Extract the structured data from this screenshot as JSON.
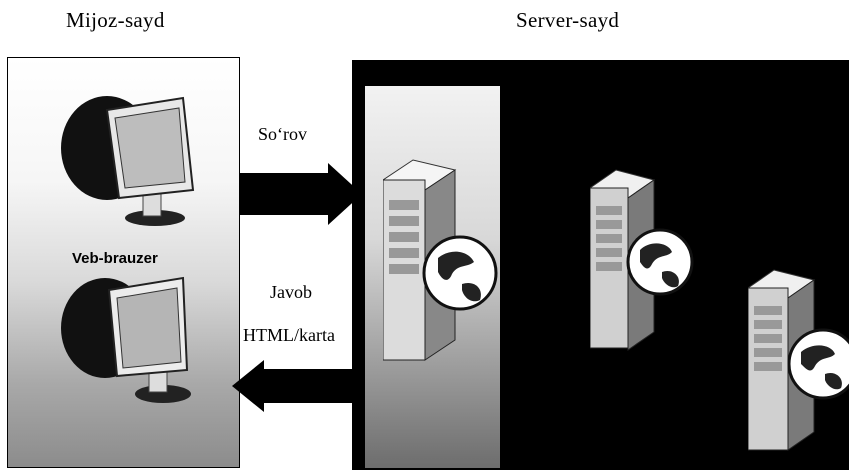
{
  "client": {
    "heading": "Mijoz-sayd",
    "browser_label": "Veb-brauzer"
  },
  "server": {
    "heading": "Server-sayd"
  },
  "request": {
    "label": "So‘rov"
  },
  "response": {
    "label": "Javob",
    "sublabel": "HTML/karta"
  },
  "icons": [
    "monitor-icon",
    "monitor-icon",
    "server-tower-icon",
    "globe-icon"
  ]
}
